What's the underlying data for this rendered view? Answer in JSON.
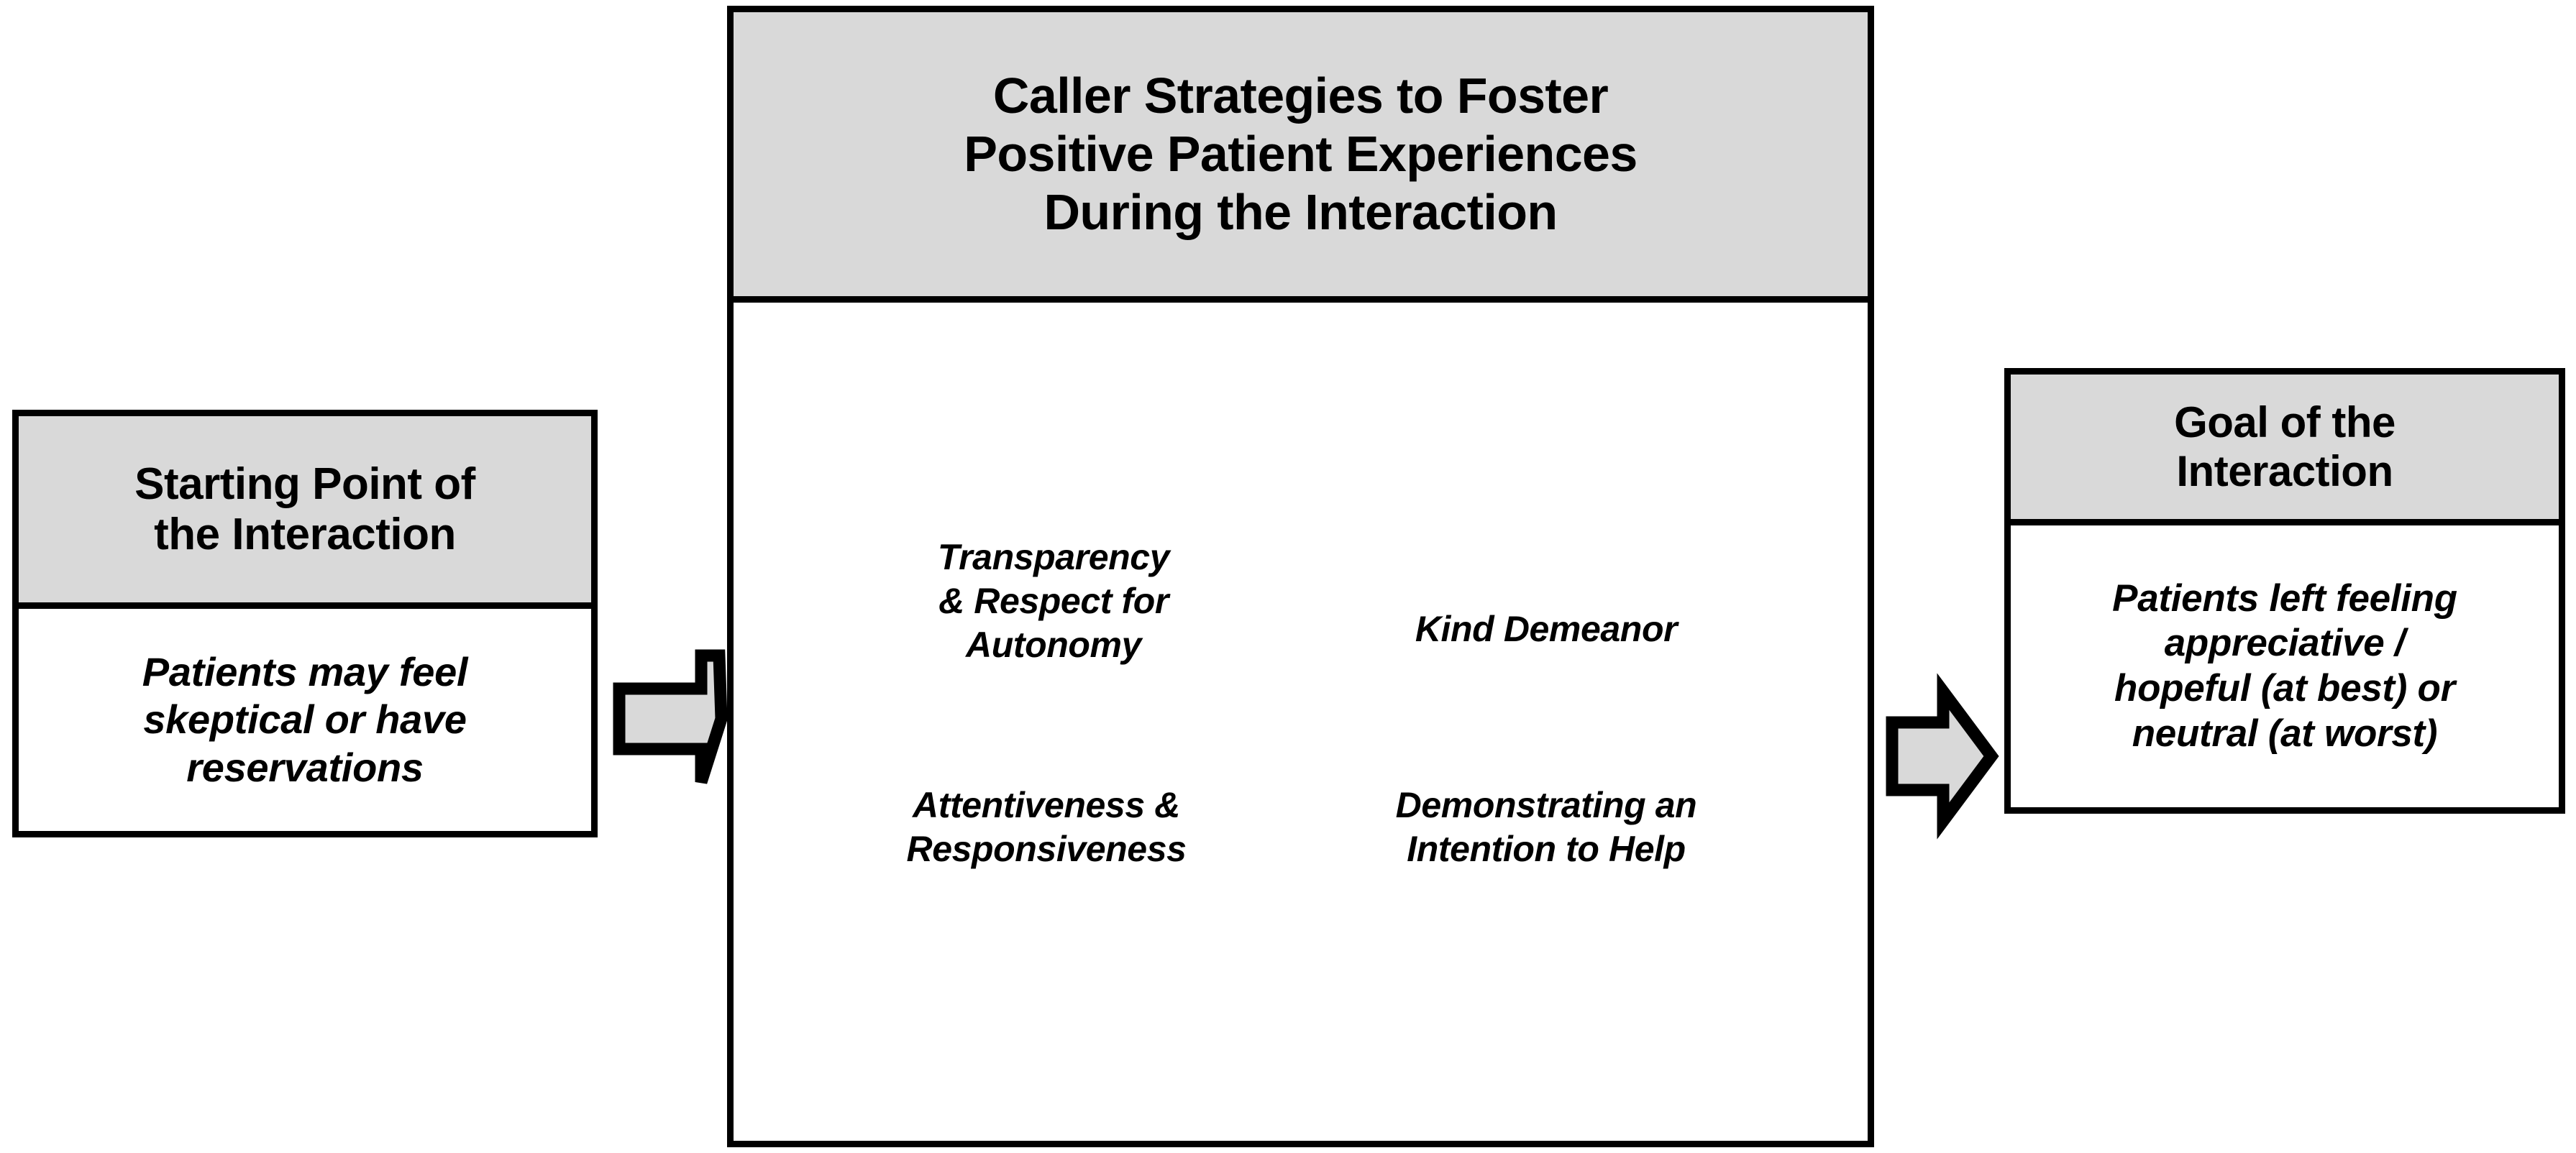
{
  "figure": {
    "kind": "process-flow-diagram",
    "background_color": "#FFFFFF",
    "outline_color": "#000000",
    "header_fill_color": "#D9D9D9",
    "arrow_fill_color": "#D9D9D9"
  },
  "start_panel": {
    "title": "Starting Point of\nthe Interaction",
    "body": "Patients may feel\nskeptical or have\nreservations"
  },
  "arrows": [
    {
      "name": "arrow-start-to-center",
      "direction": "right"
    },
    {
      "name": "arrow-center-to-goal",
      "direction": "right"
    }
  ],
  "center_panel": {
    "title": "Caller Strategies to Foster\nPositive Patient Experiences\nDuring the Interaction",
    "circle": {
      "shape": "ellipse-quadrants",
      "quadrants": [
        {
          "position": "top-left",
          "label": "Transparency\n& Respect for\nAutonomy"
        },
        {
          "position": "top-right",
          "label": "Kind Demeanor"
        },
        {
          "position": "bottom-left",
          "label": "Attentiveness &\nResponsiveness"
        },
        {
          "position": "bottom-right",
          "label": "Demonstrating an\nIntention to Help"
        }
      ]
    }
  },
  "goal_panel": {
    "title": "Goal of the\nInteraction",
    "body": "Patients left feeling\nappreciative /\nhopeful (at best) or\nneutral (at worst)"
  }
}
